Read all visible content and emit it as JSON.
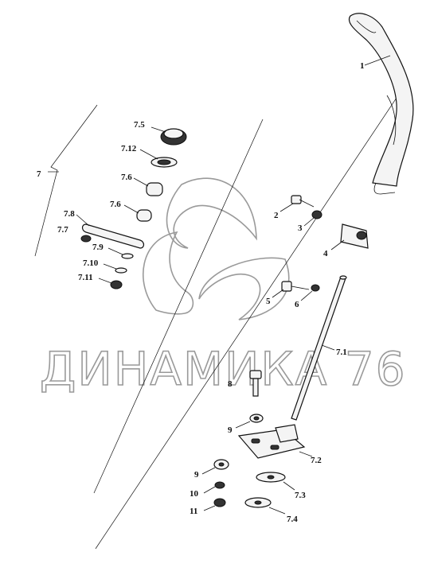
{
  "watermark": {
    "text": "ДИНАМИКА 76"
  },
  "callouts": {
    "p1": "1",
    "p2": "2",
    "p3": "3",
    "p4": "4",
    "p5": "5",
    "p6": "6",
    "p7": "7",
    "p7_1": "7.1",
    "p7_2": "7.2",
    "p7_3": "7.3",
    "p7_4": "7.4",
    "p7_5": "7.5",
    "p7_6a": "7.6",
    "p7_6b": "7.6",
    "p7_7": "7.7",
    "p7_8": "7.8",
    "p7_9": "7.9",
    "p7_10": "7.10",
    "p7_11": "7.11",
    "p7_12": "7.12",
    "p8": "8",
    "p9a": "9",
    "p9b": "9",
    "p10": "10",
    "p11": "11"
  }
}
